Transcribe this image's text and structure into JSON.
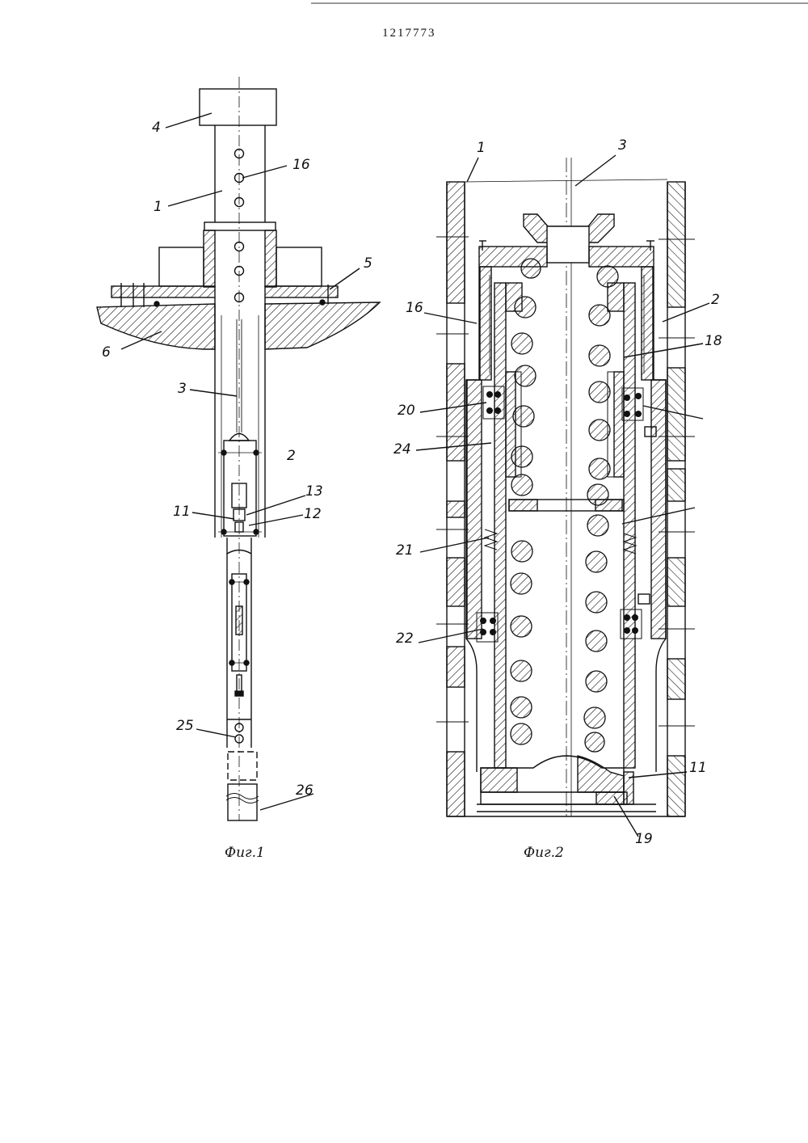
{
  "document": {
    "number": "1217773"
  },
  "fig1": {
    "caption": "Фиг.1",
    "labels": {
      "l4": "4",
      "l16": "16",
      "l1": "1",
      "l5": "5",
      "l6": "6",
      "l3": "3",
      "l2": "2",
      "l13": "13",
      "l11": "11",
      "l12": "12",
      "l25": "25",
      "l26": "26"
    }
  },
  "fig2": {
    "caption": "Фиг.2",
    "labels": {
      "l1": "1",
      "l3": "3",
      "l16": "16",
      "l2": "2",
      "l18": "18",
      "l20": "20",
      "l24": "24",
      "l21": "21",
      "l22": "22",
      "l11": "11",
      "l19": "19"
    }
  }
}
